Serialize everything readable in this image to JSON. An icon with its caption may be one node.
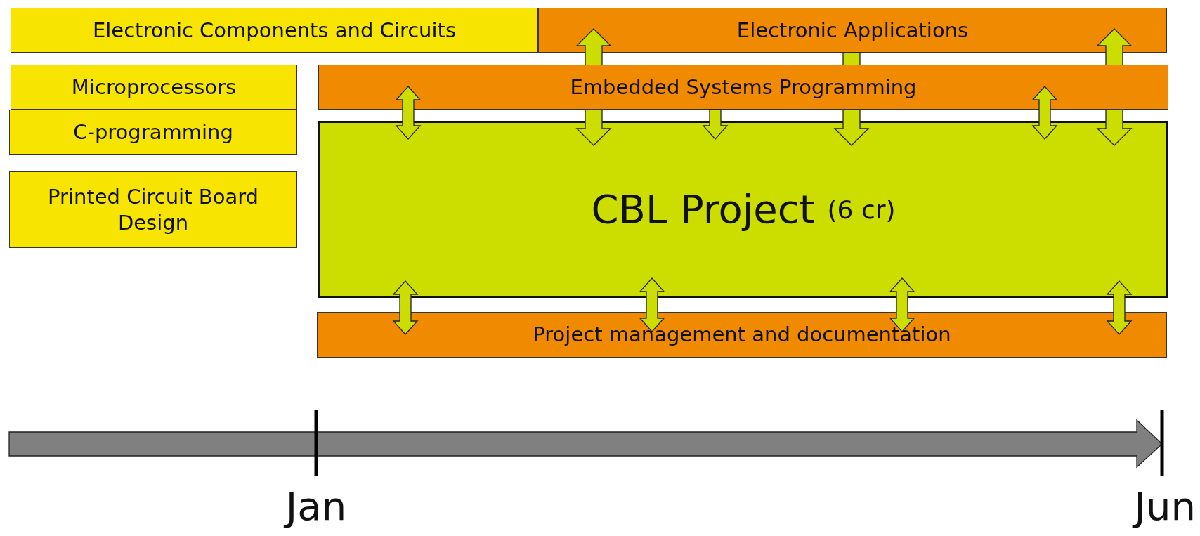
{
  "diagram": {
    "nodes": [
      {
        "text": [
          "Electronic Components and Circuits"
        ]
      },
      {
        "text": [
          "Electronic Applications"
        ]
      },
      {
        "text": [
          "Microprocessors"
        ]
      },
      {
        "text": [
          "C-programming"
        ]
      },
      {
        "text": [
          "Printed Circuit Board Design"
        ]
      },
      {
        "text": [
          "Embedded Systems Programming"
        ]
      },
      {
        "text": [
          "CBL Project",
          "(6 cr)"
        ]
      },
      {
        "text": [
          "Project management and documentation"
        ]
      }
    ],
    "edges": [
      {
        "from": 5,
        "to": 6,
        "arrow": "both"
      },
      {
        "from": 1,
        "to": 6,
        "arrow": "both"
      },
      {
        "from": 5,
        "to": 6,
        "arrow": "to"
      },
      {
        "from": 1,
        "to": 6,
        "arrow": "to"
      },
      {
        "from": 5,
        "to": 6,
        "arrow": "both"
      },
      {
        "from": 1,
        "to": 6,
        "arrow": "both"
      },
      {
        "from": 6,
        "to": 7,
        "arrow": "both"
      },
      {
        "from": 6,
        "to": 7,
        "arrow": "both"
      },
      {
        "from": 6,
        "to": 7,
        "arrow": "both"
      },
      {
        "from": 6,
        "to": 7,
        "arrow": "both"
      }
    ],
    "labels": [
      "Jan",
      "Jun"
    ]
  }
}
